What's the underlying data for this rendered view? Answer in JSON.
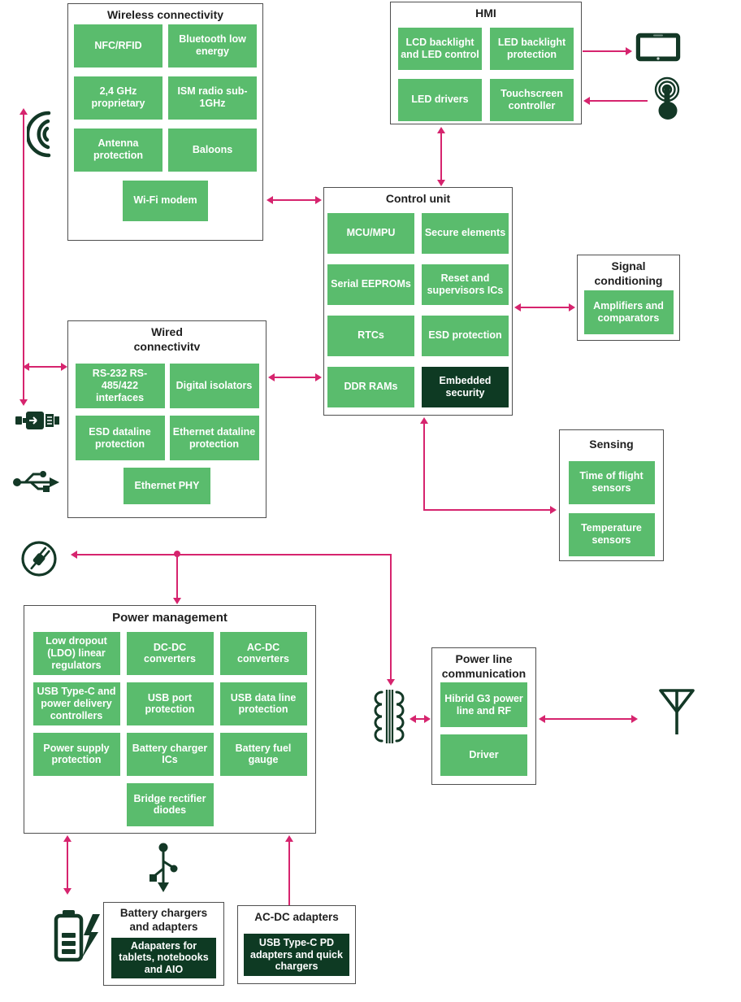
{
  "colors": {
    "chip_green": "#5abc6d",
    "chip_dark": "#0e3a23",
    "arrow": "#d6246e",
    "icon": "#133826",
    "border": "#4f4f4f",
    "title_text": "#1f1f1f",
    "chip_text": "#ffffff"
  },
  "sections": {
    "wireless": {
      "title": "Wireless connectivity",
      "chips": [
        "NFC/RFID",
        "Bluetooth low energy",
        "2,4 GHz proprietary",
        "ISM radio sub-1GHz",
        "Antenna protection",
        "Baloons",
        "Wi-Fi modem"
      ]
    },
    "hmi": {
      "title": "HMI",
      "chips": [
        "LCD backlight and LED control",
        "LED backlight protection",
        "LED drivers",
        "Touchscreen controller"
      ]
    },
    "control": {
      "title": "Control unit",
      "chips": [
        "MCU/MPU",
        "Secure elements",
        "Serial EEPROMs",
        "Reset and supervisors ICs",
        "RTCs",
        "ESD protection",
        "DDR RAMs",
        "Embedded security"
      ]
    },
    "signal": {
      "title": "Signal conditioning",
      "chips": [
        "Amplifiers and comparators"
      ]
    },
    "wired": {
      "title": "Wired connectivitv",
      "chips": [
        "RS-232 RS-485/422 interfaces",
        "Digital isolators",
        "ESD dataline protection",
        "Ethernet dataline protection",
        "Ethernet PHY"
      ]
    },
    "sensing": {
      "title": "Sensing",
      "chips": [
        "Time of flight sensors",
        "Temperature sensors"
      ]
    },
    "power": {
      "title": "Power management",
      "chips": [
        "Low dropout (LDO) linear regulators",
        "DC-DC converters",
        "AC-DC converters",
        "USB Type-C and power delivery controllers",
        "USB port protection",
        "USB data line protection",
        "Power supply protection",
        "Battery charger ICs",
        "Battery fuel gauge",
        "Bridge rectifier diodes"
      ]
    },
    "plc": {
      "title": "Power line communication",
      "chips": [
        "Hibrid G3 power line and RF",
        "Driver"
      ]
    },
    "battery_chargers": {
      "title": "Battery chargers and adapters",
      "chips": [
        "Adapaters for tablets, notebooks and AIO"
      ]
    },
    "acdc": {
      "title": "AC-DC adapters",
      "chips": [
        "USB Type-C PD adapters and quick chargers"
      ]
    }
  },
  "icons": {
    "wireless-waves-icon": "three nested rf arcs",
    "tablet-icon": "tablet display",
    "touch-pointer-icon": "hand touch with ripples",
    "usb-connector-icon": "usb plug connector",
    "usb-symbol-icon": "usb trident symbol",
    "power-plug-icon": "mains plug in circle",
    "transformer-icon": "transformer windings with core",
    "antenna-icon": "antenna symbol",
    "battery-charging-icon": "battery with lightning bolt",
    "usb-connector-down-icon": "usb trident pointing down"
  }
}
